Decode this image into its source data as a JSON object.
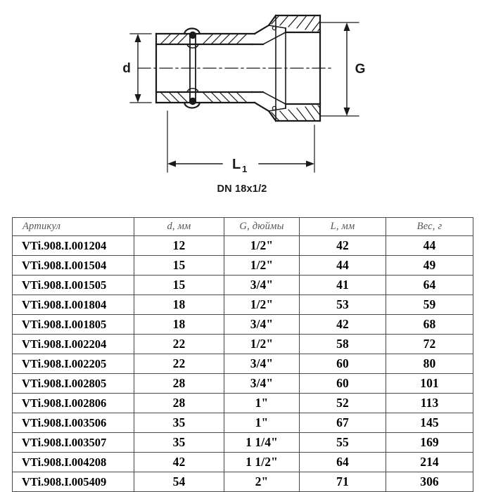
{
  "drawing": {
    "caption": "DN 18x1/2",
    "dimension_labels": {
      "d": "d",
      "G": "G",
      "L1_base": "L",
      "L1_sub": "1"
    }
  },
  "table": {
    "headers": {
      "article": "Артикул",
      "d": "d, мм",
      "g": "G, дюймы",
      "l": "L, мм",
      "weight": "Вес, г"
    },
    "rows": [
      {
        "article": "VTi.908.I.001204",
        "d": "12",
        "g": "1/2\"",
        "l": "42",
        "weight": "44"
      },
      {
        "article": "VTi.908.I.001504",
        "d": "15",
        "g": "1/2\"",
        "l": "44",
        "weight": "49"
      },
      {
        "article": "VTi.908.I.001505",
        "d": "15",
        "g": "3/4\"",
        "l": "41",
        "weight": "64"
      },
      {
        "article": "VTi.908.I.001804",
        "d": "18",
        "g": "1/2\"",
        "l": "53",
        "weight": "59"
      },
      {
        "article": "VTi.908.I.001805",
        "d": "18",
        "g": "3/4\"",
        "l": "42",
        "weight": "68"
      },
      {
        "article": "VTi.908.I.002204",
        "d": "22",
        "g": "1/2\"",
        "l": "58",
        "weight": "72"
      },
      {
        "article": "VTi.908.I.002205",
        "d": "22",
        "g": "3/4\"",
        "l": "60",
        "weight": "80"
      },
      {
        "article": "VTi.908.I.002805",
        "d": "28",
        "g": "3/4\"",
        "l": "60",
        "weight": "101"
      },
      {
        "article": "VTi.908.I.002806",
        "d": "28",
        "g": "1\"",
        "l": "52",
        "weight": "113"
      },
      {
        "article": "VTi.908.I.003506",
        "d": "35",
        "g": "1\"",
        "l": "67",
        "weight": "145"
      },
      {
        "article": "VTi.908.I.003507",
        "d": "35",
        "g": "1 1/4\"",
        "l": "55",
        "weight": "169"
      },
      {
        "article": "VTi.908.I.004208",
        "d": "42",
        "g": "1 1/2\"",
        "l": "64",
        "weight": "214"
      },
      {
        "article": "VTi.908.I.005409",
        "d": "54",
        "g": "2\"",
        "l": "71",
        "weight": "306"
      }
    ]
  },
  "colors": {
    "line": "#1a1a1a",
    "border": "#4a4a4a",
    "header_text": "#555555",
    "body_text": "#000000"
  }
}
